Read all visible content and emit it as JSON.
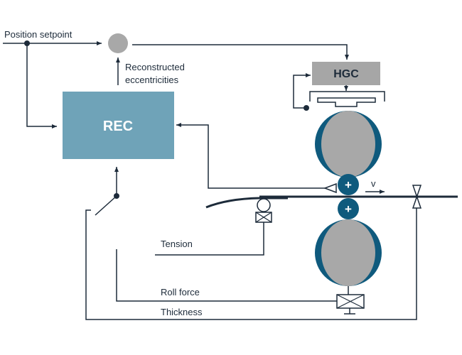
{
  "diagram": {
    "title": "Roll eccentricity compensation control loop",
    "colors": {
      "line": "#1d2b3a",
      "rec_block": "#6fa3b8",
      "hgc_block": "#a6a6a6",
      "roll_gray": "#a8a8a8",
      "roll_blue": "#0f5a7d",
      "summing_point": "#a8a8a8"
    },
    "labels": {
      "position_setpoint": "Position setpoint",
      "reconstructed_line1": "Reconstructed",
      "reconstructed_line2": "eccentricities",
      "rec": "REC",
      "hgc": "HGC",
      "velocity": "v",
      "tension": "Tension",
      "roll_force": "Roll force",
      "thickness": "Thickness",
      "work_roll_symbol": "+"
    },
    "icons": {
      "summing_point": "circle",
      "junction": "filled-dot",
      "switch": "open-switch",
      "tension_sensor": "load-cell",
      "force_sensor": "load-cell",
      "thickness_gauge": "bowtie-gauge",
      "speed_sensor": "triangle-pickup"
    }
  }
}
